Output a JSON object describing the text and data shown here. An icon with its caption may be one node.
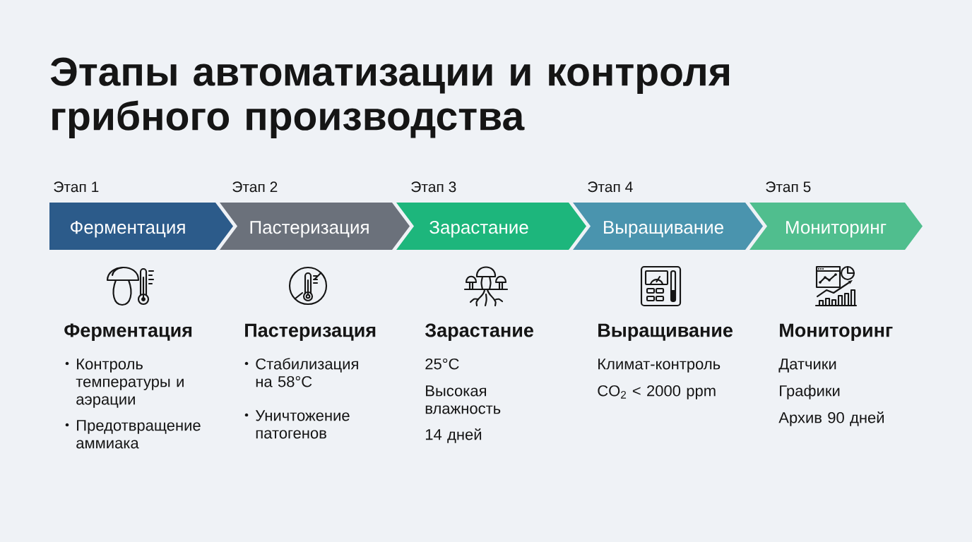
{
  "diagram": {
    "title": "Этапы автоматизации и контроля грибного производства",
    "nodes": [
      {
        "text": [
          "Ферментация"
        ],
        "beside": [
          "Этап 1"
        ]
      },
      {
        "text": [
          "Пастеризация"
        ],
        "beside": [
          "Этап 2"
        ]
      },
      {
        "text": [
          "Зарастание"
        ],
        "beside": [
          "Этап 3"
        ]
      },
      {
        "text": [
          "Выращивание"
        ],
        "beside": [
          "Этап 4"
        ]
      },
      {
        "text": [
          "Мониторинг"
        ],
        "beside": [
          "Этап 5"
        ]
      }
    ],
    "labels": [
      "Ферментация",
      "Контроль температуры и аэрации",
      "Предотвращение аммиака",
      "Пастеризация",
      "Стабилизация на 58°C",
      "Уничтожение патогенов",
      "Зарастание",
      "25°C",
      "Высокая влажность",
      "14 дней",
      "Выращивание",
      "Климат-контроль",
      "CO$_{2}$ < 2000 ppm",
      "Мониторинг",
      "Датчики",
      "Графики",
      "Архив 90 дней"
    ]
  }
}
